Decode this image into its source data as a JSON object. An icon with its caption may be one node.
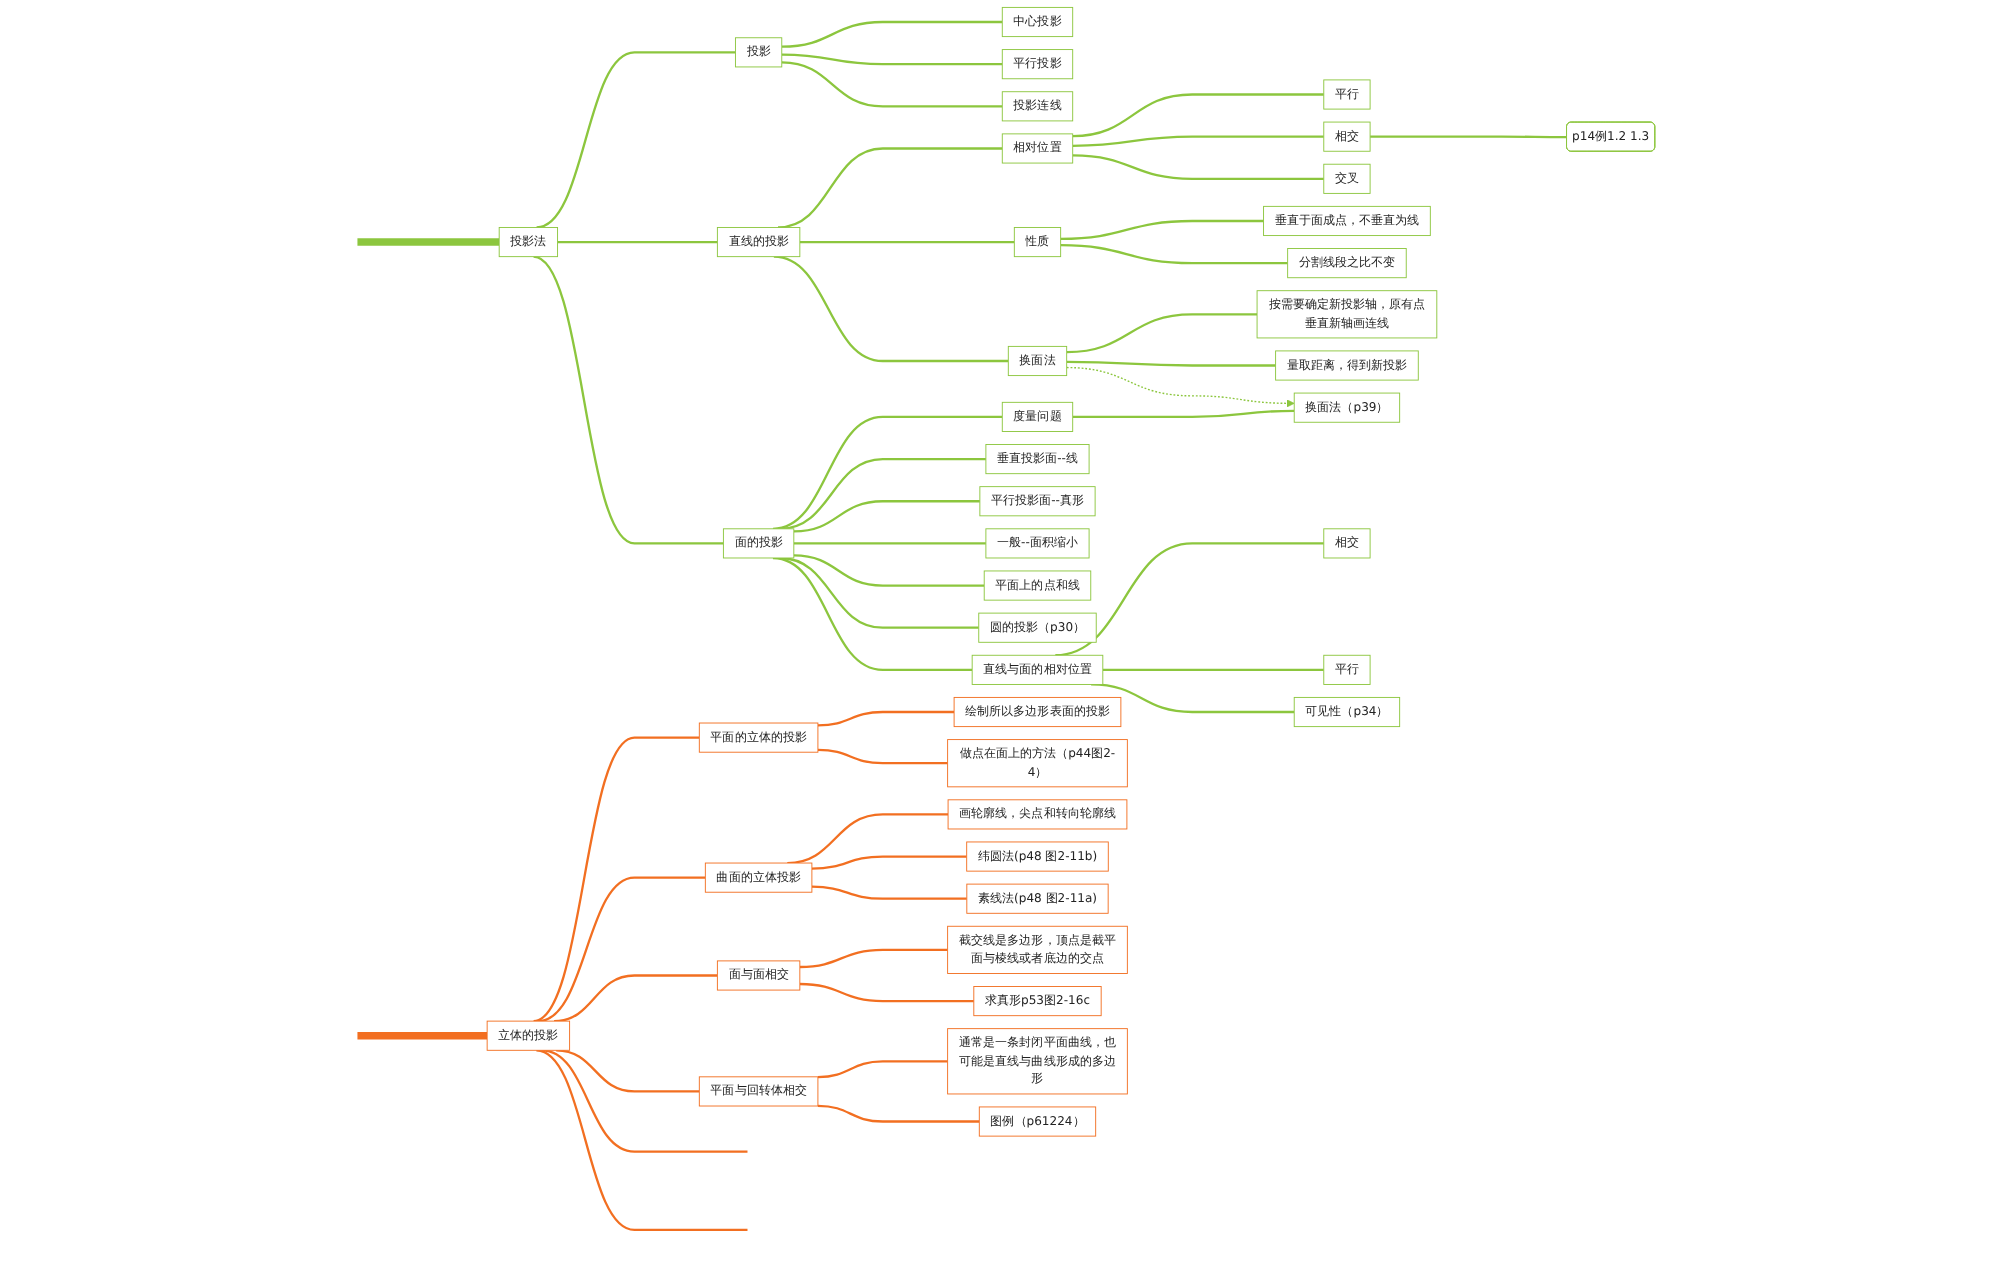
{
  "diagram": {
    "nodes": [
      {
        "text": [
          "投影法"
        ]
      },
      {
        "text": [
          "投影"
        ]
      },
      {
        "text": [
          "中心投影"
        ]
      },
      {
        "text": [
          "平行投影"
        ]
      },
      {
        "text": [
          "投影连线"
        ]
      },
      {
        "text": [
          "直线的投影"
        ]
      },
      {
        "text": [
          "相对位置"
        ]
      },
      {
        "text": [
          "平行"
        ]
      },
      {
        "text": [
          "相交"
        ]
      },
      {
        "text": [
          "交叉"
        ]
      },
      {
        "text": [
          "p14例1.2 1.3"
        ]
      },
      {
        "text": [
          "性质"
        ]
      },
      {
        "text": [
          "垂直于面成点，不垂直为线"
        ]
      },
      {
        "text": [
          "分割线段之比不变"
        ]
      },
      {
        "text": [
          "换面法"
        ]
      },
      {
        "text": [
          "按需要确定新投影轴，原有点垂直新轴画连线"
        ]
      },
      {
        "text": [
          "量取距离，得到新投影"
        ]
      },
      {
        "text": [
          "面的投影"
        ]
      },
      {
        "text": [
          "度量问题"
        ]
      },
      {
        "text": [
          "换面法（p39）"
        ]
      },
      {
        "text": [
          "垂直投影面--线"
        ]
      },
      {
        "text": [
          "平行投影面--真形"
        ]
      },
      {
        "text": [
          "一般--面积缩小"
        ]
      },
      {
        "text": [
          "平面上的点和线"
        ]
      },
      {
        "text": [
          "圆的投影（p30）"
        ]
      },
      {
        "text": [
          "直线与面的相对位置"
        ]
      },
      {
        "text": [
          "相交"
        ]
      },
      {
        "text": [
          "平行"
        ]
      },
      {
        "text": [
          "可见性（p34）"
        ]
      },
      {
        "text": [
          "立体的投影"
        ]
      },
      {
        "text": [
          "平面的立体的投影"
        ]
      },
      {
        "text": [
          "绘制所以多边形表面的投影"
        ]
      },
      {
        "text": [
          "做点在面上的方法（p44图2-4）"
        ]
      },
      {
        "text": [
          "曲面的立体投影"
        ]
      },
      {
        "text": [
          "画轮廓线，尖点和转向轮廓线"
        ]
      },
      {
        "text": [
          "纬圆法(p48 图2-11b)"
        ]
      },
      {
        "text": [
          "素线法(p48 图2-11a)"
        ]
      },
      {
        "text": [
          "面与面相交"
        ]
      },
      {
        "text": [
          "截交线是多边形，顶点是截平面与棱线或者底边的交点"
        ]
      },
      {
        "text": [
          "求真形p53图2-16c"
        ]
      },
      {
        "text": [
          "平面与回转体相交"
        ]
      },
      {
        "text": [
          "通常是一条封闭平面曲线，也可能是直线与曲线形成的多边形"
        ]
      },
      {
        "text": [
          "图例（p61224）"
        ]
      }
    ],
    "edges": [
      {
        "from": null,
        "to": 0,
        "arrow": "none",
        "style": "thick"
      },
      {
        "from": 0,
        "to": 1,
        "arrow": "none"
      },
      {
        "from": 1,
        "to": 2,
        "arrow": "none"
      },
      {
        "from": 1,
        "to": 3,
        "arrow": "none"
      },
      {
        "from": 1,
        "to": 4,
        "arrow": "none"
      },
      {
        "from": 0,
        "to": 5,
        "arrow": "none"
      },
      {
        "from": 5,
        "to": 6,
        "arrow": "none"
      },
      {
        "from": 6,
        "to": 7,
        "arrow": "none"
      },
      {
        "from": 6,
        "to": 8,
        "arrow": "none"
      },
      {
        "from": 6,
        "to": 9,
        "arrow": "none"
      },
      {
        "from": 8,
        "to": 10,
        "arrow": "none"
      },
      {
        "from": 5,
        "to": 11,
        "arrow": "none"
      },
      {
        "from": 11,
        "to": 12,
        "arrow": "none"
      },
      {
        "from": 11,
        "to": 13,
        "arrow": "none"
      },
      {
        "from": 5,
        "to": 14,
        "arrow": "none"
      },
      {
        "from": 14,
        "to": 15,
        "arrow": "none"
      },
      {
        "from": 14,
        "to": 16,
        "arrow": "none"
      },
      {
        "from": 14,
        "to": 19,
        "arrow": "to",
        "style": "dashed"
      },
      {
        "from": 0,
        "to": 17,
        "arrow": "none"
      },
      {
        "from": 17,
        "to": 18,
        "arrow": "none"
      },
      {
        "from": 18,
        "to": 19,
        "arrow": "none"
      },
      {
        "from": 17,
        "to": 20,
        "arrow": "none"
      },
      {
        "from": 17,
        "to": 21,
        "arrow": "none"
      },
      {
        "from": 17,
        "to": 22,
        "arrow": "none"
      },
      {
        "from": 17,
        "to": 23,
        "arrow": "none"
      },
      {
        "from": 17,
        "to": 24,
        "arrow": "none"
      },
      {
        "from": 17,
        "to": 25,
        "arrow": "none"
      },
      {
        "from": 25,
        "to": 26,
        "arrow": "none"
      },
      {
        "from": 25,
        "to": 27,
        "arrow": "none"
      },
      {
        "from": 25,
        "to": 28,
        "arrow": "none"
      },
      {
        "from": null,
        "to": 29,
        "arrow": "none",
        "style": "thick",
        "color": "#f26f21"
      },
      {
        "from": 29,
        "to": 30,
        "arrow": "none",
        "color": "#f26f21"
      },
      {
        "from": 30,
        "to": 31,
        "arrow": "none",
        "color": "#f26f21"
      },
      {
        "from": 30,
        "to": 32,
        "arrow": "none",
        "color": "#f26f21"
      },
      {
        "from": 29,
        "to": 33,
        "arrow": "none",
        "color": "#f26f21"
      },
      {
        "from": 33,
        "to": 34,
        "arrow": "none",
        "color": "#f26f21"
      },
      {
        "from": 33,
        "to": 35,
        "arrow": "none",
        "color": "#f26f21"
      },
      {
        "from": 33,
        "to": 36,
        "arrow": "none",
        "color": "#f26f21"
      },
      {
        "from": 29,
        "to": 37,
        "arrow": "none",
        "color": "#f26f21"
      },
      {
        "from": 37,
        "to": 38,
        "arrow": "none",
        "color": "#f26f21"
      },
      {
        "from": 37,
        "to": 39,
        "arrow": "none",
        "color": "#f26f21"
      },
      {
        "from": 29,
        "to": 40,
        "arrow": "none",
        "color": "#f26f21"
      },
      {
        "from": 40,
        "to": 41,
        "arrow": "none",
        "color": "#f26f21"
      },
      {
        "from": 40,
        "to": 42,
        "arrow": "none",
        "color": "#f26f21"
      },
      {
        "from": 29,
        "to": null,
        "arrow": "none",
        "color": "#f26f21"
      },
      {
        "from": 29,
        "to": null,
        "arrow": "none",
        "color": "#f26f21"
      }
    ]
  }
}
